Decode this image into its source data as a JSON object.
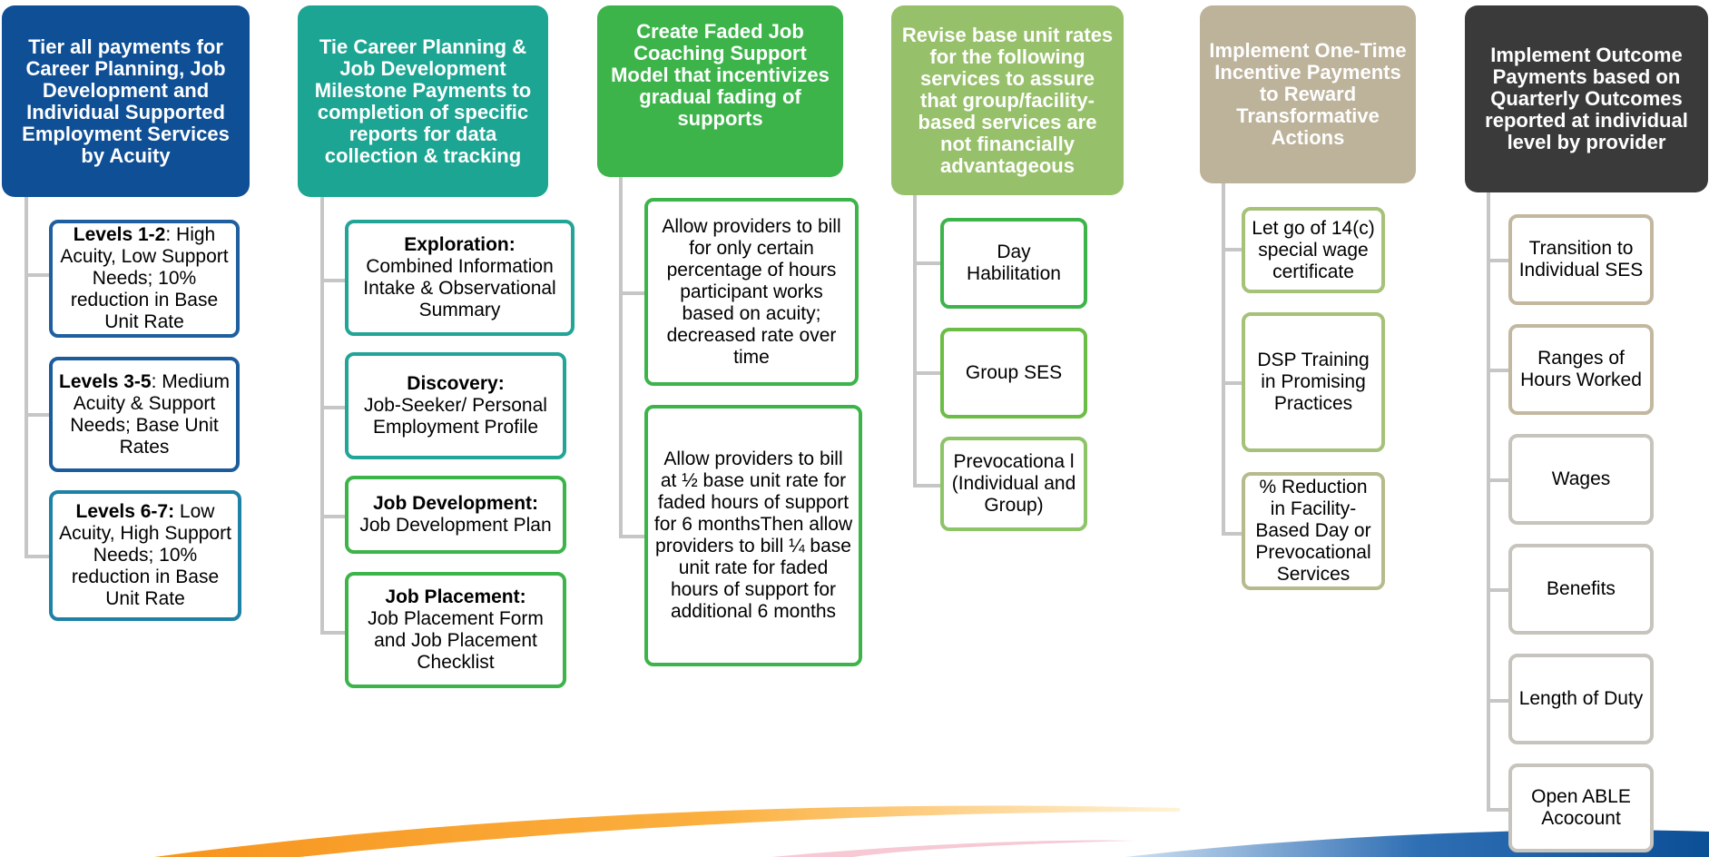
{
  "columns": [
    {
      "header": "Tier all payments for Career Planning, Job Development and Individual Supported Employment Services by Acuity",
      "color": "#0e4f96",
      "border": "#1f5f9f",
      "items": [
        {
          "bold": "Levels 1-2",
          "text": ":  High Acuity, Low Support Needs; 10% reduction in Base Unit Rate"
        },
        {
          "bold": "Levels 3-5",
          "text": ": Medium Acuity & Support Needs; Base Unit Rates"
        },
        {
          "bold": "Levels 6-7:",
          "text": "  Low Acuity, High Support Needs; 10% reduction in Base Unit Rate"
        }
      ]
    },
    {
      "header": "Tie Career Planning & Job Development Milestone Payments to completion of specific reports for data collection & tracking",
      "color": "#1ba592",
      "border": "#22a497",
      "items": [
        {
          "bold": "Exploration:",
          "text": "Combined Information Intake & Observational Summary"
        },
        {
          "bold": "Discovery:",
          "text": "Job-Seeker/ Personal Employment Profile"
        },
        {
          "bold": "Job Development:",
          "text": "Job Development Plan"
        },
        {
          "bold": "Job Placement:",
          "text": "Job Placement Form and Job Placement Checklist"
        }
      ]
    },
    {
      "header": "Create Faded Job Coaching Support Model that incentivizes gradual fading of supports",
      "color": "#3cb44a",
      "border": "#3cb44a",
      "items": [
        {
          "bold": "",
          "text": "Allow providers to bill for only certain percentage of hours participant works based on acuity; decreased rate over time"
        },
        {
          "bold": "",
          "text": "Allow providers to bill at ½ base unit rate for faded hours of support for 6 monthsThen allow providers to bill ¼ base unit rate for faded hours of support for additional 6 months"
        }
      ]
    },
    {
      "header": "Revise base unit rates for the following services to assure that group/facility-based services are not financially advantageous",
      "color": "#97c06a",
      "border": "#6cbd45",
      "items": [
        {
          "bold": "",
          "text": "Day Habilitation"
        },
        {
          "bold": "",
          "text": "Group SES"
        },
        {
          "bold": "",
          "text": "Prevocationa l (Individual and Group)"
        }
      ]
    },
    {
      "header": "Implement One-Time Incentive Payments to Reward Transformative Actions",
      "color": "#bdb29a",
      "border": "#a6c178",
      "items": [
        {
          "bold": "",
          "text": "Let go of 14(c) special wage certificate"
        },
        {
          "bold": "",
          "text": "DSP Training in Promising Practices"
        },
        {
          "bold": "",
          "text": "% Reduction in Facility-Based Day or Prevocational Services"
        }
      ]
    },
    {
      "header": "Implement Outcome Payments based on Quarterly Outcomes reported at individual level by provider",
      "color": "#3a3a3a",
      "border": "#c3b89f",
      "items": [
        {
          "bold": "",
          "text": "Transition to Individual SES"
        },
        {
          "bold": "",
          "text": "Ranges of Hours Worked"
        },
        {
          "bold": "",
          "text": "Wages"
        },
        {
          "bold": "",
          "text": "Benefits"
        },
        {
          "bold": "",
          "text": "Length of Duty"
        },
        {
          "bold": "",
          "text": "Open ABLE Acocount"
        }
      ]
    }
  ]
}
